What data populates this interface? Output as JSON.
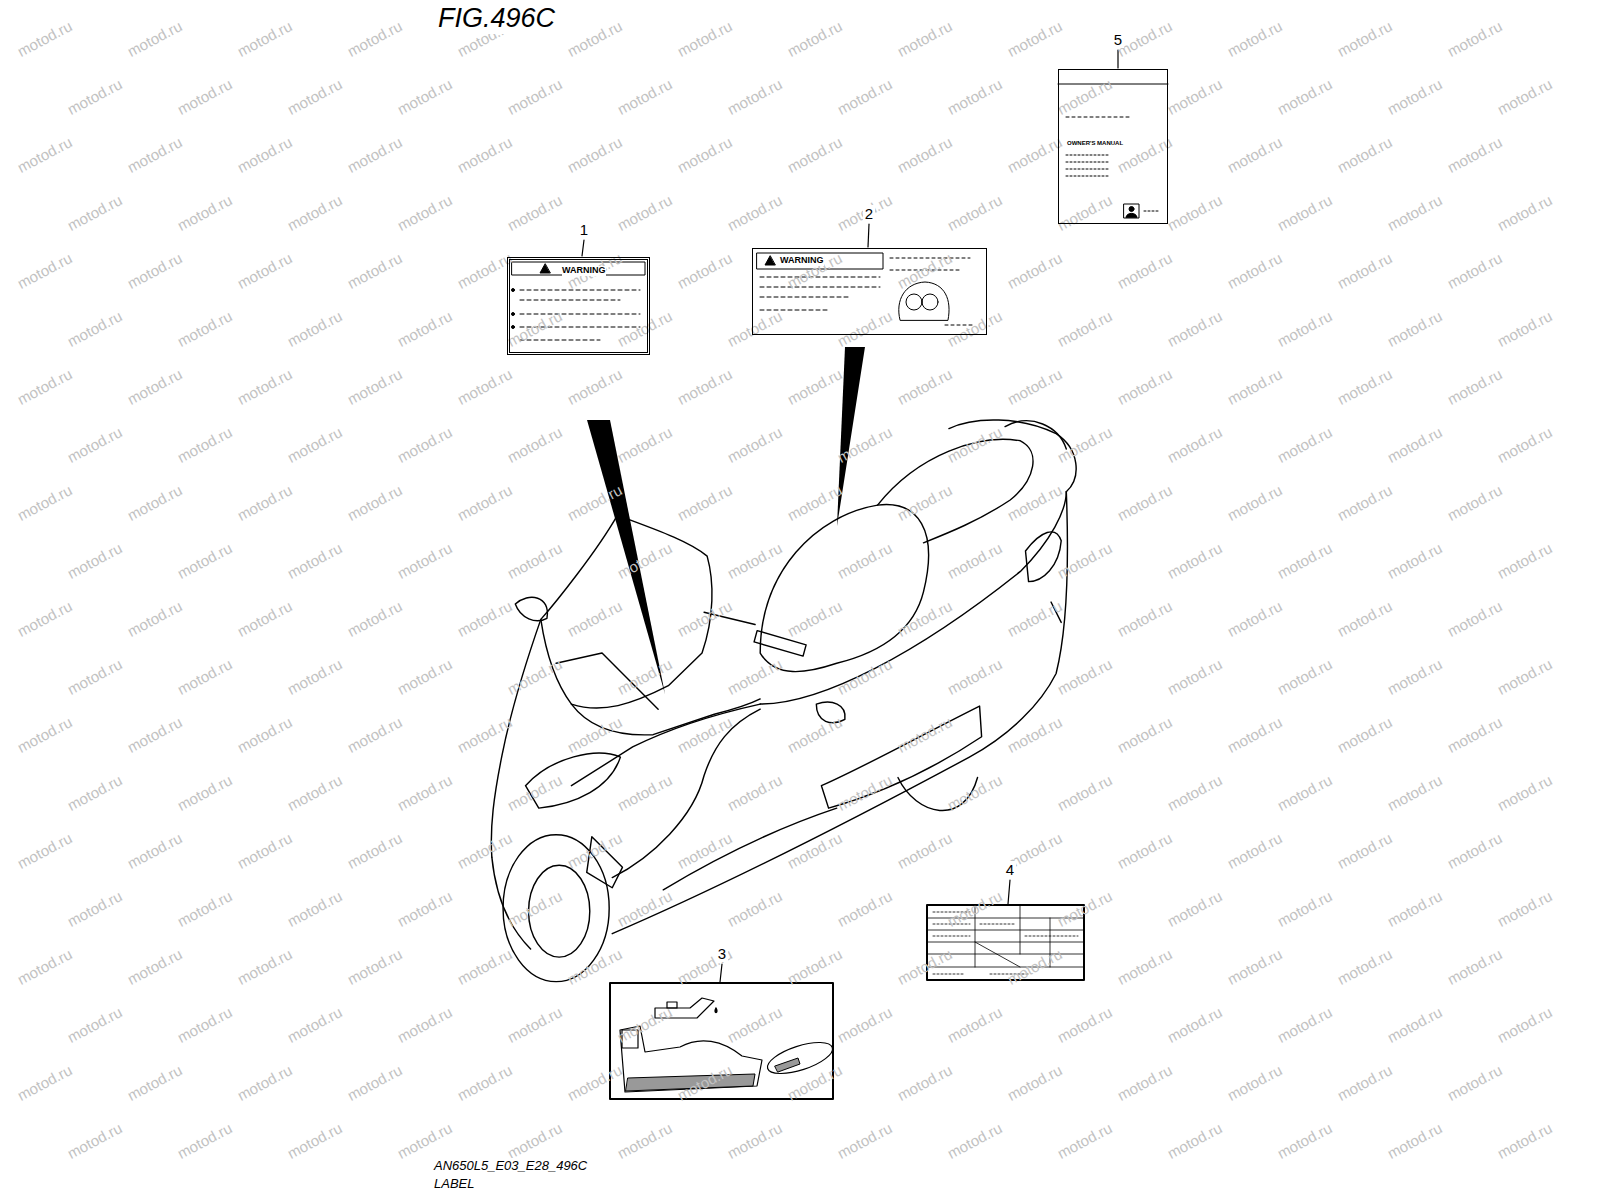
{
  "diagram": {
    "title": "FIG.496C",
    "caption": "AN650L5_E03_E28_496C",
    "nodes": [
      {
        "text": [
          "OWNER'S MANUAL"
        ]
      },
      {
        "text": [
          "WARNING"
        ]
      },
      {
        "text": [
          "WARNING"
        ]
      }
    ],
    "labels": [
      "1",
      "2",
      "3",
      "4",
      "5",
      "LABEL",
      "motod.ru",
      "motod.ru",
      "motod.ru",
      "motod.ru",
      "motod.ru",
      "motod.ru",
      "motod.ru",
      "motod.ru",
      "motod.ru",
      "motod.ru",
      "motod.ru",
      "motod.ru",
      "motod.ru",
      "motod.ru",
      "motod.ru",
      "motod.ru",
      "motod.ru",
      "motod.ru",
      "motod.ru",
      "motod.ru",
      "motod.ru",
      "motod.ru",
      "motod.ru",
      "motod.ru",
      "motod.ru",
      "motod.ru",
      "motod.ru",
      "motod.ru",
      "motod.ru",
      "motod.ru",
      "motod.ru",
      "motod.ru",
      "motod.ru",
      "motod.ru",
      "motod.ru",
      "motod.ru",
      "motod.ru",
      "motod.ru",
      "motod.ru",
      "motod.ru",
      "motod.ru",
      "motod.ru",
      "motod.ru",
      "motod.ru",
      "motod.ru",
      "motod.ru",
      "motod.ru",
      "motod.ru",
      "motod.ru",
      "motod.ru",
      "motod.ru",
      "motod.ru",
      "motod.ru",
      "motod.ru",
      "motod.ru",
      "motod.ru",
      "motod.ru",
      "motod.ru",
      "motod.ru",
      "motod.ru",
      "motod.ru",
      "motod.ru",
      "motod.ru",
      "motod.ru",
      "motod.ru",
      "motod.ru",
      "motod.ru",
      "motod.ru",
      "motod.ru",
      "motod.ru",
      "motod.ru",
      "motod.ru",
      "motod.ru",
      "motod.ru",
      "motod.ru",
      "motod.ru",
      "motod.ru",
      "motod.ru",
      "motod.ru",
      "motod.ru",
      "motod.ru",
      "motod.ru",
      "motod.ru",
      "motod.ru",
      "motod.ru",
      "motod.ru",
      "motod.ru",
      "motod.ru",
      "motod.ru",
      "motod.ru",
      "motod.ru",
      "motod.ru",
      "motod.ru",
      "motod.ru",
      "motod.ru",
      "motod.ru",
      "motod.ru",
      "motod.ru",
      "motod.ru",
      "motod.ru",
      "motod.ru",
      "motod.ru",
      "motod.ru",
      "motod.ru",
      "motod.ru",
      "motod.ru",
      "motod.ru",
      "motod.ru",
      "motod.ru",
      "motod.ru",
      "motod.ru",
      "motod.ru",
      "motod.ru",
      "motod.ru",
      "motod.ru",
      "motod.ru",
      "motod.ru",
      "motod.ru",
      "motod.ru",
      "motod.ru",
      "motod.ru",
      "motod.ru",
      "motod.ru",
      "motod.ru",
      "motod.ru",
      "motod.ru",
      "motod.ru",
      "motod.ru",
      "motod.ru",
      "motod.ru",
      "motod.ru",
      "motod.ru",
      "motod.ru",
      "motod.ru",
      "motod.ru",
      "motod.ru",
      "motod.ru",
      "motod.ru",
      "motod.ru",
      "motod.ru",
      "motod.ru",
      "motod.ru",
      "motod.ru",
      "motod.ru",
      "motod.ru",
      "motod.ru",
      "motod.ru",
      "motod.ru",
      "motod.ru",
      "motod.ru",
      "motod.ru",
      "motod.ru",
      "motod.ru",
      "motod.ru",
      "motod.ru",
      "motod.ru",
      "motod.ru",
      "motod.ru",
      "motod.ru",
      "motod.ru",
      "motod.ru",
      "motod.ru",
      "motod.ru",
      "motod.ru",
      "motod.ru",
      "motod.ru",
      "motod.ru",
      "motod.ru",
      "motod.ru",
      "motod.ru",
      "motod.ru",
      "motod.ru",
      "motod.ru",
      "motod.ru",
      "motod.ru",
      "motod.ru",
      "motod.ru",
      "motod.ru",
      "motod.ru",
      "motod.ru",
      "motod.ru",
      "motod.ru",
      "motod.ru",
      "motod.ru",
      "motod.ru",
      "motod.ru",
      "motod.ru",
      "motod.ru",
      "motod.ru",
      "motod.ru",
      "motod.ru",
      "motod.ru",
      "motod.ru",
      "motod.ru",
      "motod.ru",
      "motod.ru",
      "motod.ru",
      "motod.ru",
      "motod.ru",
      "motod.ru",
      "motod.ru",
      "motod.ru",
      "motod.ru",
      "motod.ru",
      "motod.ru",
      "motod.ru",
      "motod.ru",
      "motod.ru",
      "motod.ru",
      "motod.ru",
      "motod.ru",
      "motod.ru",
      "motod.ru",
      "motod.ru",
      "motod.ru",
      "motod.ru",
      "motod.ru",
      "motod.ru",
      "motod.ru",
      "motod.ru",
      "motod.ru",
      "motod.ru",
      "motod.ru",
      "motod.ru",
      "motod.ru",
      "motod.ru",
      "motod.ru",
      "motod.ru",
      "motod.ru",
      "motod.ru",
      "motod.ru",
      "motod.ru",
      "motod.ru",
      "motod.ru",
      "motod.ru",
      "motod.ru",
      "motod.ru",
      "motod.ru",
      "motod.ru",
      "motod.ru",
      "motod.ru",
      "motod.ru",
      "motod.ru",
      "motod.ru",
      "motod.ru",
      "motod.ru",
      "motod.ru",
      "motod.ru",
      "motod.ru",
      "motod.ru",
      "motod.ru",
      "motod.ru",
      "motod.ru",
      "motod.ru",
      "motod.ru",
      "motod.ru",
      "motod.ru",
      "motod.ru",
      "motod.ru",
      "motod.ru",
      "motod.ru",
      "motod.ru",
      "motod.ru",
      "motod.ru",
      "motod.ru",
      "motod.ru",
      "motod.ru",
      "motod.ru",
      "motod.ru",
      "motod.ru",
      "motod.ru",
      "motod.ru",
      "motod.ru",
      "motod.ru",
      "motod.ru",
      "motod.ru",
      "motod.ru",
      "motod.ru",
      "motod.ru",
      "motod.ru"
    ]
  }
}
